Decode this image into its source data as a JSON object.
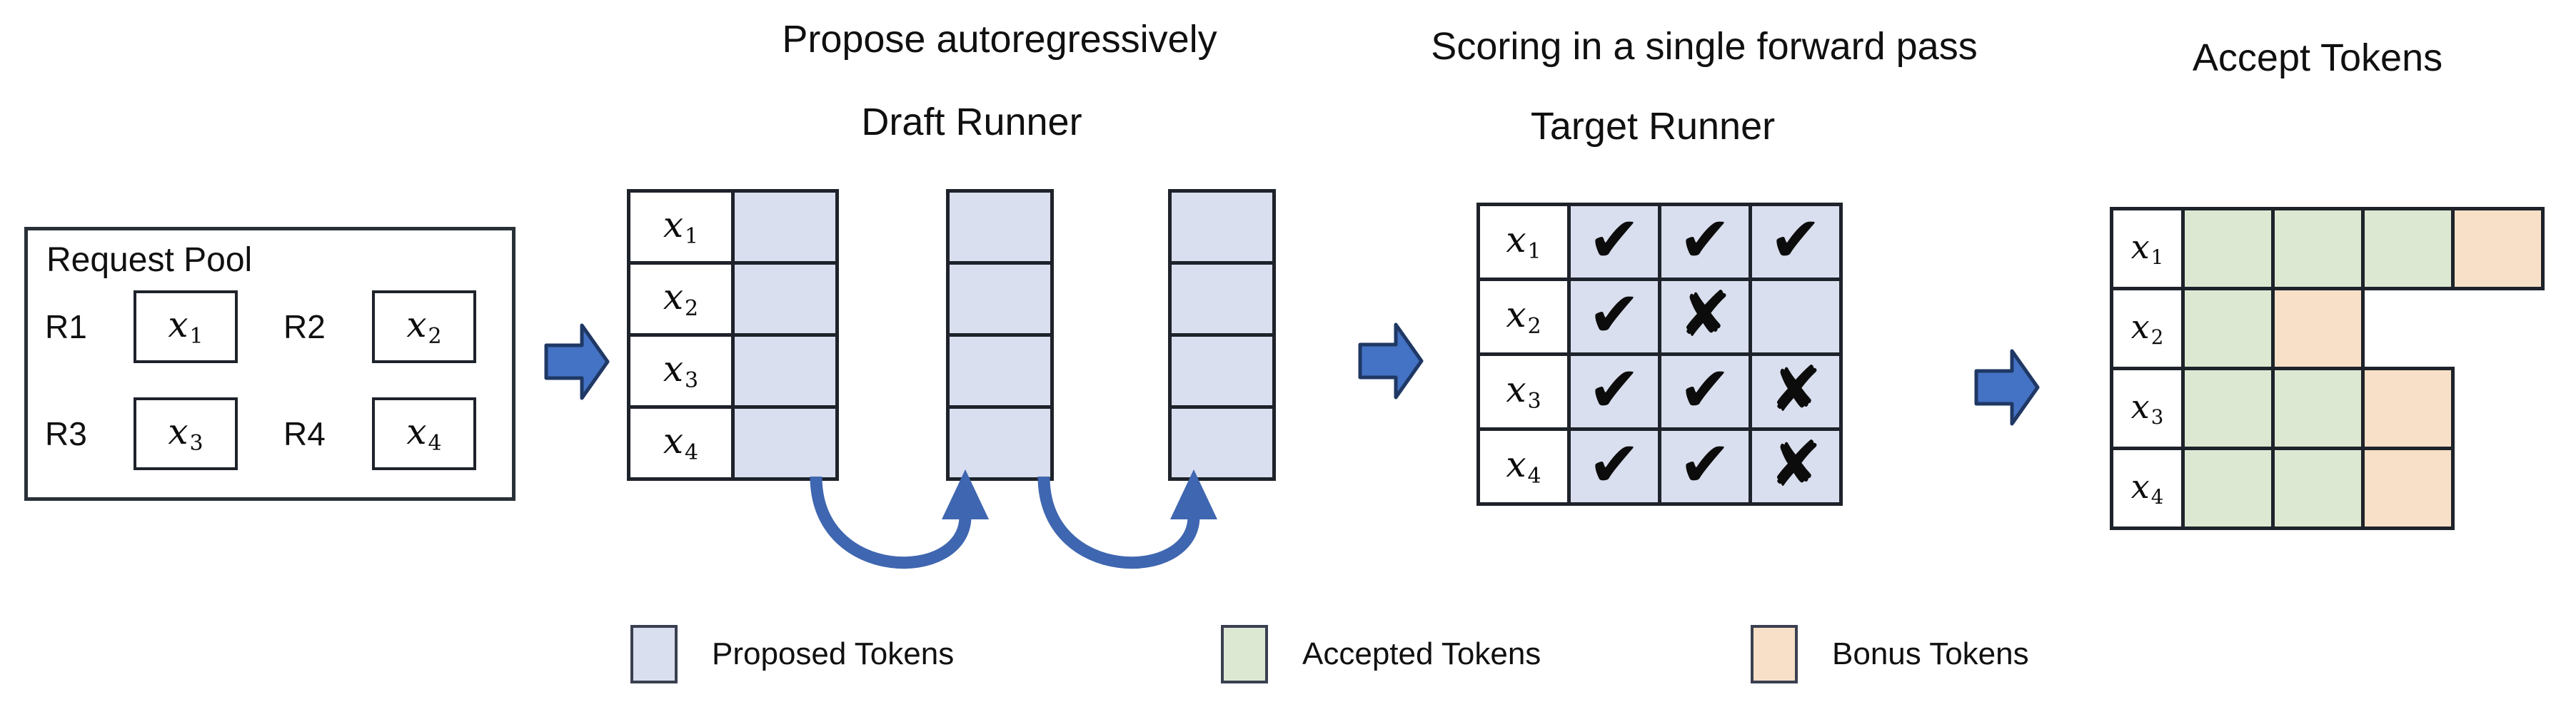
{
  "titles": {
    "propose": "Propose autoregressively",
    "draft_runner": "Draft Runner",
    "scoring": "Scoring in a single forward pass",
    "target_runner": "Target Runner",
    "accept": "Accept Tokens"
  },
  "request_pool": {
    "title": "Request Pool",
    "requests": [
      {
        "id": "R1",
        "token": {
          "base": "x",
          "sub": "1"
        }
      },
      {
        "id": "R2",
        "token": {
          "base": "x",
          "sub": "2"
        }
      },
      {
        "id": "R3",
        "token": {
          "base": "x",
          "sub": "3"
        }
      },
      {
        "id": "R4",
        "token": {
          "base": "x",
          "sub": "4"
        }
      }
    ]
  },
  "draft": {
    "rows": [
      {
        "label": {
          "base": "x",
          "sub": "1"
        }
      },
      {
        "label": {
          "base": "x",
          "sub": "2"
        }
      },
      {
        "label": {
          "base": "x",
          "sub": "3"
        }
      },
      {
        "label": {
          "base": "x",
          "sub": "4"
        }
      }
    ],
    "extra_column_cells": 4
  },
  "target": {
    "rows": [
      {
        "label": {
          "base": "x",
          "sub": "1"
        },
        "marks": [
          "check",
          "check",
          "check"
        ]
      },
      {
        "label": {
          "base": "x",
          "sub": "2"
        },
        "marks": [
          "check",
          "cross",
          "blank"
        ]
      },
      {
        "label": {
          "base": "x",
          "sub": "3"
        },
        "marks": [
          "check",
          "check",
          "cross"
        ]
      },
      {
        "label": {
          "base": "x",
          "sub": "4"
        },
        "marks": [
          "check",
          "check",
          "cross"
        ]
      }
    ]
  },
  "accept": {
    "rows": [
      {
        "label": {
          "base": "x",
          "sub": "1"
        },
        "cells": [
          "accepted",
          "accepted",
          "accepted",
          "bonus"
        ]
      },
      {
        "label": {
          "base": "x",
          "sub": "2"
        },
        "cells": [
          "accepted",
          "bonus"
        ]
      },
      {
        "label": {
          "base": "x",
          "sub": "3"
        },
        "cells": [
          "accepted",
          "accepted",
          "bonus"
        ]
      },
      {
        "label": {
          "base": "x",
          "sub": "4"
        },
        "cells": [
          "accepted",
          "accepted",
          "bonus"
        ]
      }
    ]
  },
  "legend": [
    {
      "name": "proposed",
      "label": "Proposed Tokens",
      "color": "#d9dfee"
    },
    {
      "name": "accepted",
      "label": "Accepted Tokens",
      "color": "#dde8d2"
    },
    {
      "name": "bonus",
      "label": "Bonus Tokens",
      "color": "#f7e0c7"
    }
  ],
  "marks": {
    "check": "✔",
    "cross": "✘",
    "blank": ""
  },
  "colors": {
    "proposed": "#d9dfee",
    "accepted": "#dde8d2",
    "bonus": "#f7e0c7",
    "grid_border": "#1e222a",
    "arrow_fill": "#4472c4",
    "arrow_outline": "#1f3864",
    "u_arrow": "#3f66b0"
  }
}
